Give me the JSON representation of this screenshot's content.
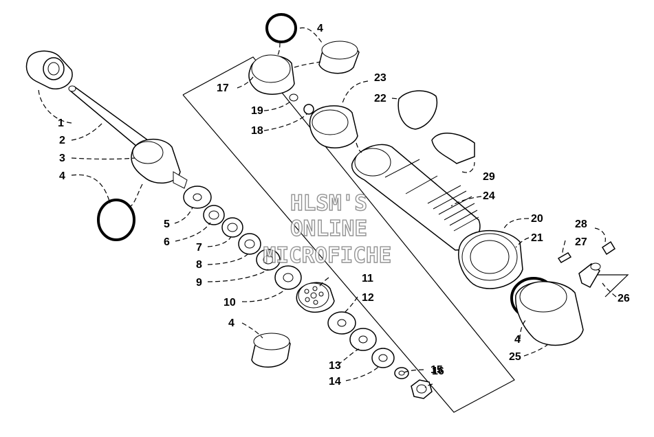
{
  "callouts": {
    "c1": "1",
    "c2": "2",
    "c3": "3",
    "c4a": "4",
    "c4b": "4",
    "c4c": "4",
    "c4d": "4",
    "c5": "5",
    "c6": "6",
    "c7": "7",
    "c8": "8",
    "c9": "9",
    "c10": "10",
    "c11": "11",
    "c12": "12",
    "c13": "13",
    "c14": "14",
    "c15": "15",
    "c16": "16",
    "c17": "17",
    "c18": "18",
    "c19": "19",
    "c20": "20",
    "c21": "21",
    "c22": "22",
    "c23": "23",
    "c24": "24",
    "c25": "25",
    "c26": "26",
    "c27": "27",
    "c28": "28",
    "c29": "29"
  },
  "watermark": {
    "line1": "HLSM'S",
    "line2": "ONLINE",
    "line3": "MICROFICHE"
  }
}
